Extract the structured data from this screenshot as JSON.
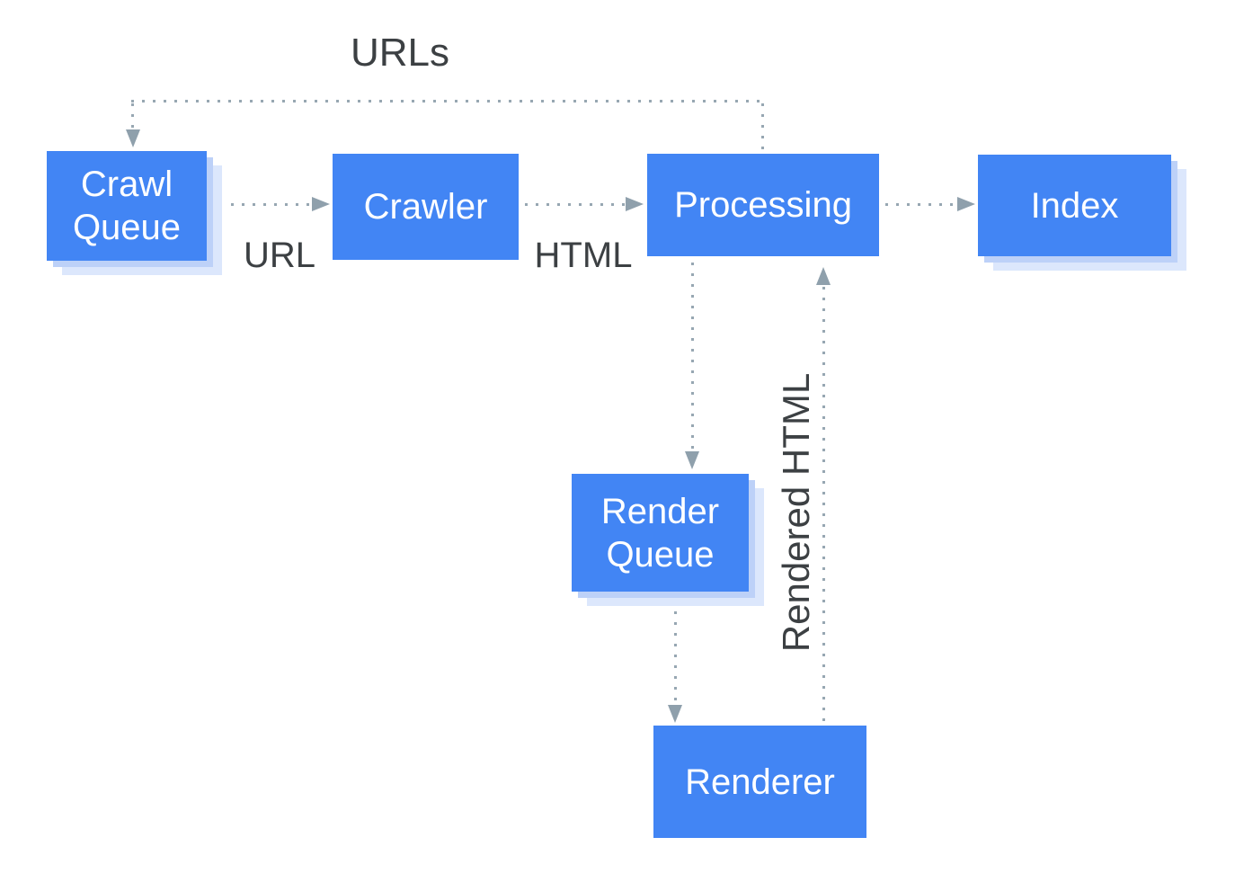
{
  "diagram": {
    "name": "crawl-render-index-pipeline"
  },
  "colors": {
    "background": "#FFFFFF",
    "node_fill": "#4285F4",
    "node_text": "#FFFFFF",
    "shadow_inner": "#BDD1F8",
    "shadow_outer": "#DCE7FC",
    "connector": "#97A7B2",
    "arrowhead": "#8FA0AC",
    "label_text": "#3C4043"
  },
  "nodes": {
    "crawl_queue": {
      "label": "Crawl Queue",
      "type": "store"
    },
    "crawler": {
      "label": "Crawler",
      "type": "process"
    },
    "processing": {
      "label": "Processing",
      "type": "process"
    },
    "index": {
      "label": "Index",
      "type": "store"
    },
    "render_queue": {
      "label": "Render Queue",
      "type": "store"
    },
    "renderer": {
      "label": "Renderer",
      "type": "process"
    }
  },
  "edge_labels": {
    "urls": "URLs",
    "url": "URL",
    "html": "HTML",
    "rendered_html": "Rendered HTML"
  },
  "edges": [
    {
      "from": "processing",
      "to": "crawl_queue",
      "label": "URLs",
      "style": "dotted"
    },
    {
      "from": "crawl_queue",
      "to": "crawler",
      "label": "URL",
      "style": "dotted"
    },
    {
      "from": "crawler",
      "to": "processing",
      "label": "HTML",
      "style": "dotted"
    },
    {
      "from": "processing",
      "to": "index",
      "label": "",
      "style": "dotted"
    },
    {
      "from": "processing",
      "to": "render_queue",
      "label": "",
      "style": "dotted"
    },
    {
      "from": "render_queue",
      "to": "renderer",
      "label": "",
      "style": "dotted"
    },
    {
      "from": "renderer",
      "to": "processing",
      "label": "Rendered HTML",
      "style": "dotted"
    }
  ]
}
